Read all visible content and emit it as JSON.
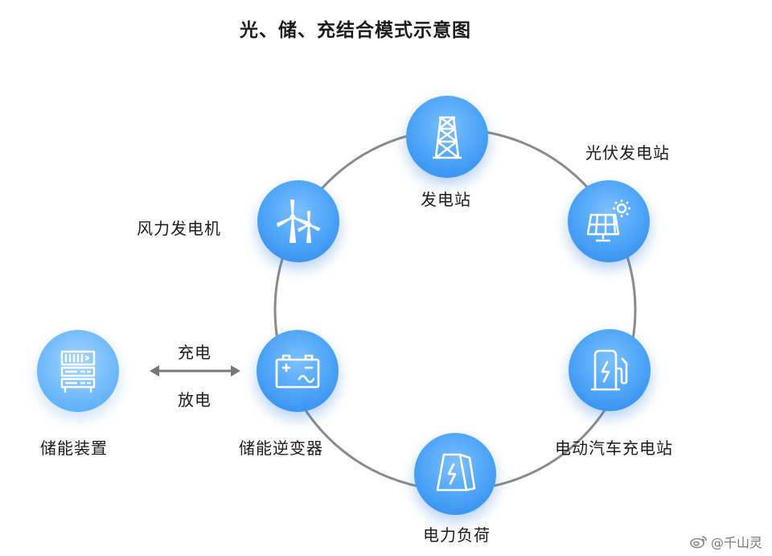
{
  "title": "光、储、充结合模式示意图",
  "nodes": {
    "power_station": "发电站",
    "pv_station": "光伏发电站",
    "wind_turbine": "风力发电机",
    "inverter": "储能逆变器",
    "ev_charging": "电动汽车充电站",
    "power_load": "电力负荷",
    "storage_device": "储能装置"
  },
  "flow": {
    "charge": "充电",
    "discharge": "放电"
  },
  "watermark": "@千山灵",
  "colors": {
    "node_blue": "#4aa2f7",
    "ring": "#8a8a8a",
    "arrow": "#777777"
  }
}
